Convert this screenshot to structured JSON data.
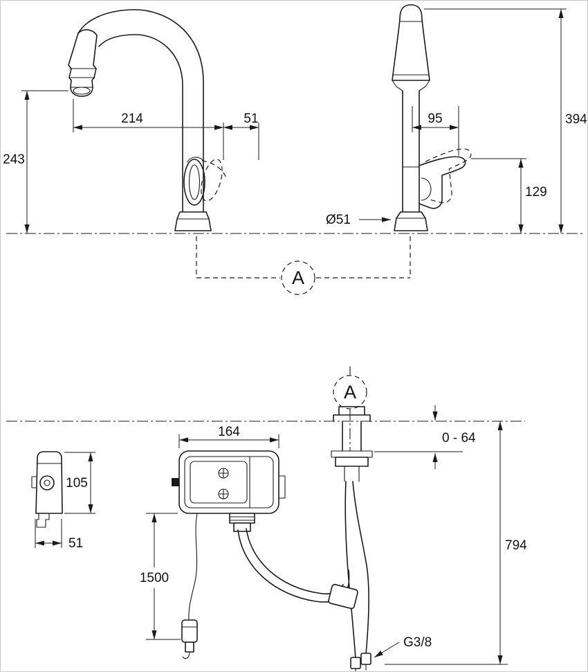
{
  "section": {
    "label": "A"
  },
  "dims": {
    "side_view": {
      "reach": "214",
      "handle_offset": "51",
      "height": "243"
    },
    "front_view": {
      "handle_offset": "95",
      "total_height": "394",
      "handle_height": "129",
      "base_diameter": "Ø51"
    },
    "installation": {
      "box_width": "164",
      "unit_height": "105",
      "unit_width": "51",
      "cable_length": "1500",
      "deck_thickness": "0 - 64",
      "under_counter_depth": "794",
      "hose_thread": "G3/8"
    }
  }
}
